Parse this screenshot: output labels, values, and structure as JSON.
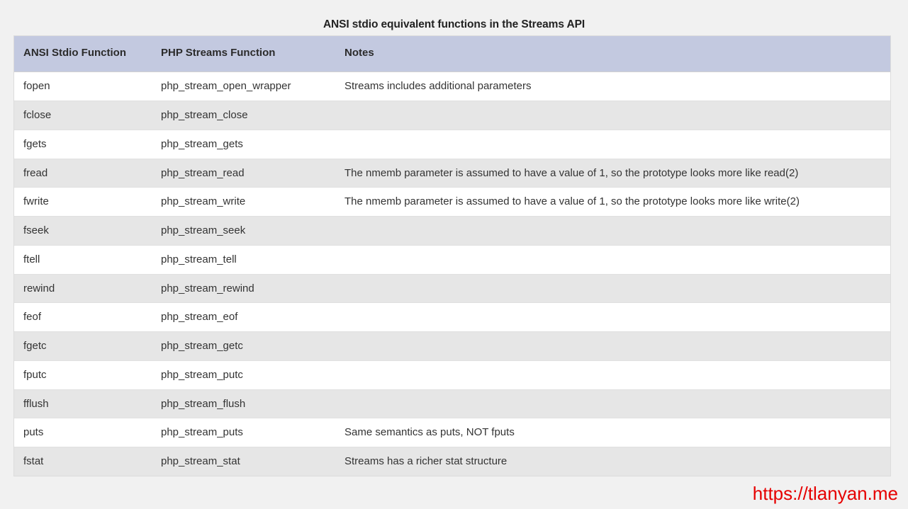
{
  "title": "ANSI stdio equivalent functions in the Streams API",
  "table": {
    "columns": [
      {
        "key": "ansi",
        "label": "ANSI Stdio Function"
      },
      {
        "key": "php",
        "label": "PHP Streams Function"
      },
      {
        "key": "notes",
        "label": "Notes"
      }
    ],
    "rows": [
      {
        "ansi": "fopen",
        "php": "php_stream_open_wrapper",
        "notes": "Streams includes additional parameters"
      },
      {
        "ansi": "fclose",
        "php": "php_stream_close",
        "notes": ""
      },
      {
        "ansi": "fgets",
        "php": "php_stream_gets",
        "notes": ""
      },
      {
        "ansi": "fread",
        "php": "php_stream_read",
        "notes": "The nmemb parameter is assumed to have a value of 1, so the prototype looks more like read(2)"
      },
      {
        "ansi": "fwrite",
        "php": "php_stream_write",
        "notes": "The nmemb parameter is assumed to have a value of 1, so the prototype looks more like write(2)"
      },
      {
        "ansi": "fseek",
        "php": "php_stream_seek",
        "notes": ""
      },
      {
        "ansi": "ftell",
        "php": "php_stream_tell",
        "notes": ""
      },
      {
        "ansi": "rewind",
        "php": "php_stream_rewind",
        "notes": ""
      },
      {
        "ansi": "feof",
        "php": "php_stream_eof",
        "notes": ""
      },
      {
        "ansi": "fgetc",
        "php": "php_stream_getc",
        "notes": ""
      },
      {
        "ansi": "fputc",
        "php": "php_stream_putc",
        "notes": ""
      },
      {
        "ansi": "fflush",
        "php": "php_stream_flush",
        "notes": ""
      },
      {
        "ansi": "puts",
        "php": "php_stream_puts",
        "notes": "Same semantics as puts, NOT fputs"
      },
      {
        "ansi": "fstat",
        "php": "php_stream_stat",
        "notes": "Streams has a richer stat structure"
      }
    ]
  },
  "watermark": "https://tlanyan.me",
  "colors": {
    "page_background": "#f1f1f1",
    "header_background": "#c3c9e0",
    "row_background": "#ffffff",
    "row_striped_background": "#e6e6e6",
    "text": "#333333",
    "watermark": "#e60000"
  }
}
